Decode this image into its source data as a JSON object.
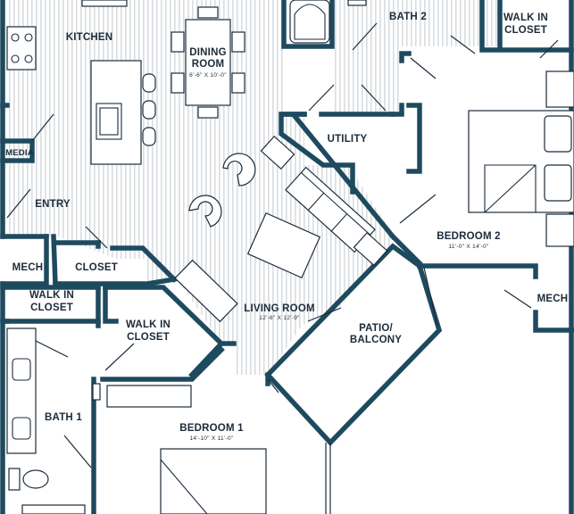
{
  "colors": {
    "wall": "#1e4a5f",
    "floor_stripe": "#dde1e4",
    "line": "#1c2b3a",
    "background": "#ffffff"
  },
  "rooms": {
    "kitchen": {
      "name": "KITCHEN"
    },
    "dining": {
      "name_line1": "DINING",
      "name_line2": "ROOM",
      "dims": "6'-6\" X 10'-0\""
    },
    "bath2": {
      "name": "BATH 2"
    },
    "walkin_closet_top": {
      "name_line1": "WALK IN",
      "name_line2": "CLOSET"
    },
    "utility": {
      "name": "UTILITY"
    },
    "media": {
      "name": "MEDIA"
    },
    "entry": {
      "name": "ENTRY"
    },
    "bedroom2": {
      "name": "BEDROOM 2",
      "dims": "11'-0\" X 14'-0\""
    },
    "mech_left": {
      "name": "MECH"
    },
    "closet": {
      "name": "CLOSET"
    },
    "walkin_closet_left": {
      "name_line1": "WALK IN",
      "name_line2": "CLOSET"
    },
    "walkin_closet_mid": {
      "name_line1": "WALK IN",
      "name_line2": "CLOSET"
    },
    "living": {
      "name": "LIVING ROOM",
      "dims": "12'-6\" X 12'-9\""
    },
    "mech_right": {
      "name": "MECH"
    },
    "patio": {
      "name_line1": "PATIO/",
      "name_line2": "BALCONY"
    },
    "bath1": {
      "name": "BATH 1"
    },
    "bedroom1": {
      "name": "BEDROOM 1",
      "dims": "14'-10\" X 11'-0\""
    }
  }
}
